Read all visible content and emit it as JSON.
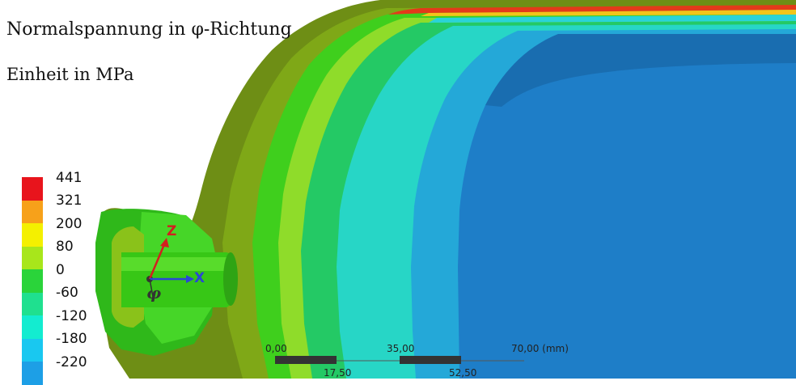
{
  "title": "Normalspannung in φ-Richtung",
  "unit_label": "Einheit in MPa",
  "legend": {
    "items": [
      {
        "label": "441",
        "color": "#e8141c"
      },
      {
        "label": "321",
        "color": "#f7a11a"
      },
      {
        "label": "200",
        "color": "#f4f000"
      },
      {
        "label": "80",
        "color": "#a8e61b"
      },
      {
        "label": "0",
        "color": "#2ad43a"
      },
      {
        "label": "-60",
        "color": "#1fe08f"
      },
      {
        "label": "-120",
        "color": "#13ecd0"
      },
      {
        "label": "-180",
        "color": "#19c8f0"
      },
      {
        "label": "-220",
        "color": "#1d9fe6"
      }
    ]
  },
  "triad": {
    "z_label": "Z",
    "x_label": "X",
    "phi_label": "φ",
    "z_color": "#d21f1f",
    "x_color": "#2a46d6"
  },
  "scale_bar": {
    "top_labels": [
      "0,00",
      "35,00",
      "70,00 (mm)"
    ],
    "bottom_labels": [
      "17,50",
      "52,50"
    ]
  }
}
